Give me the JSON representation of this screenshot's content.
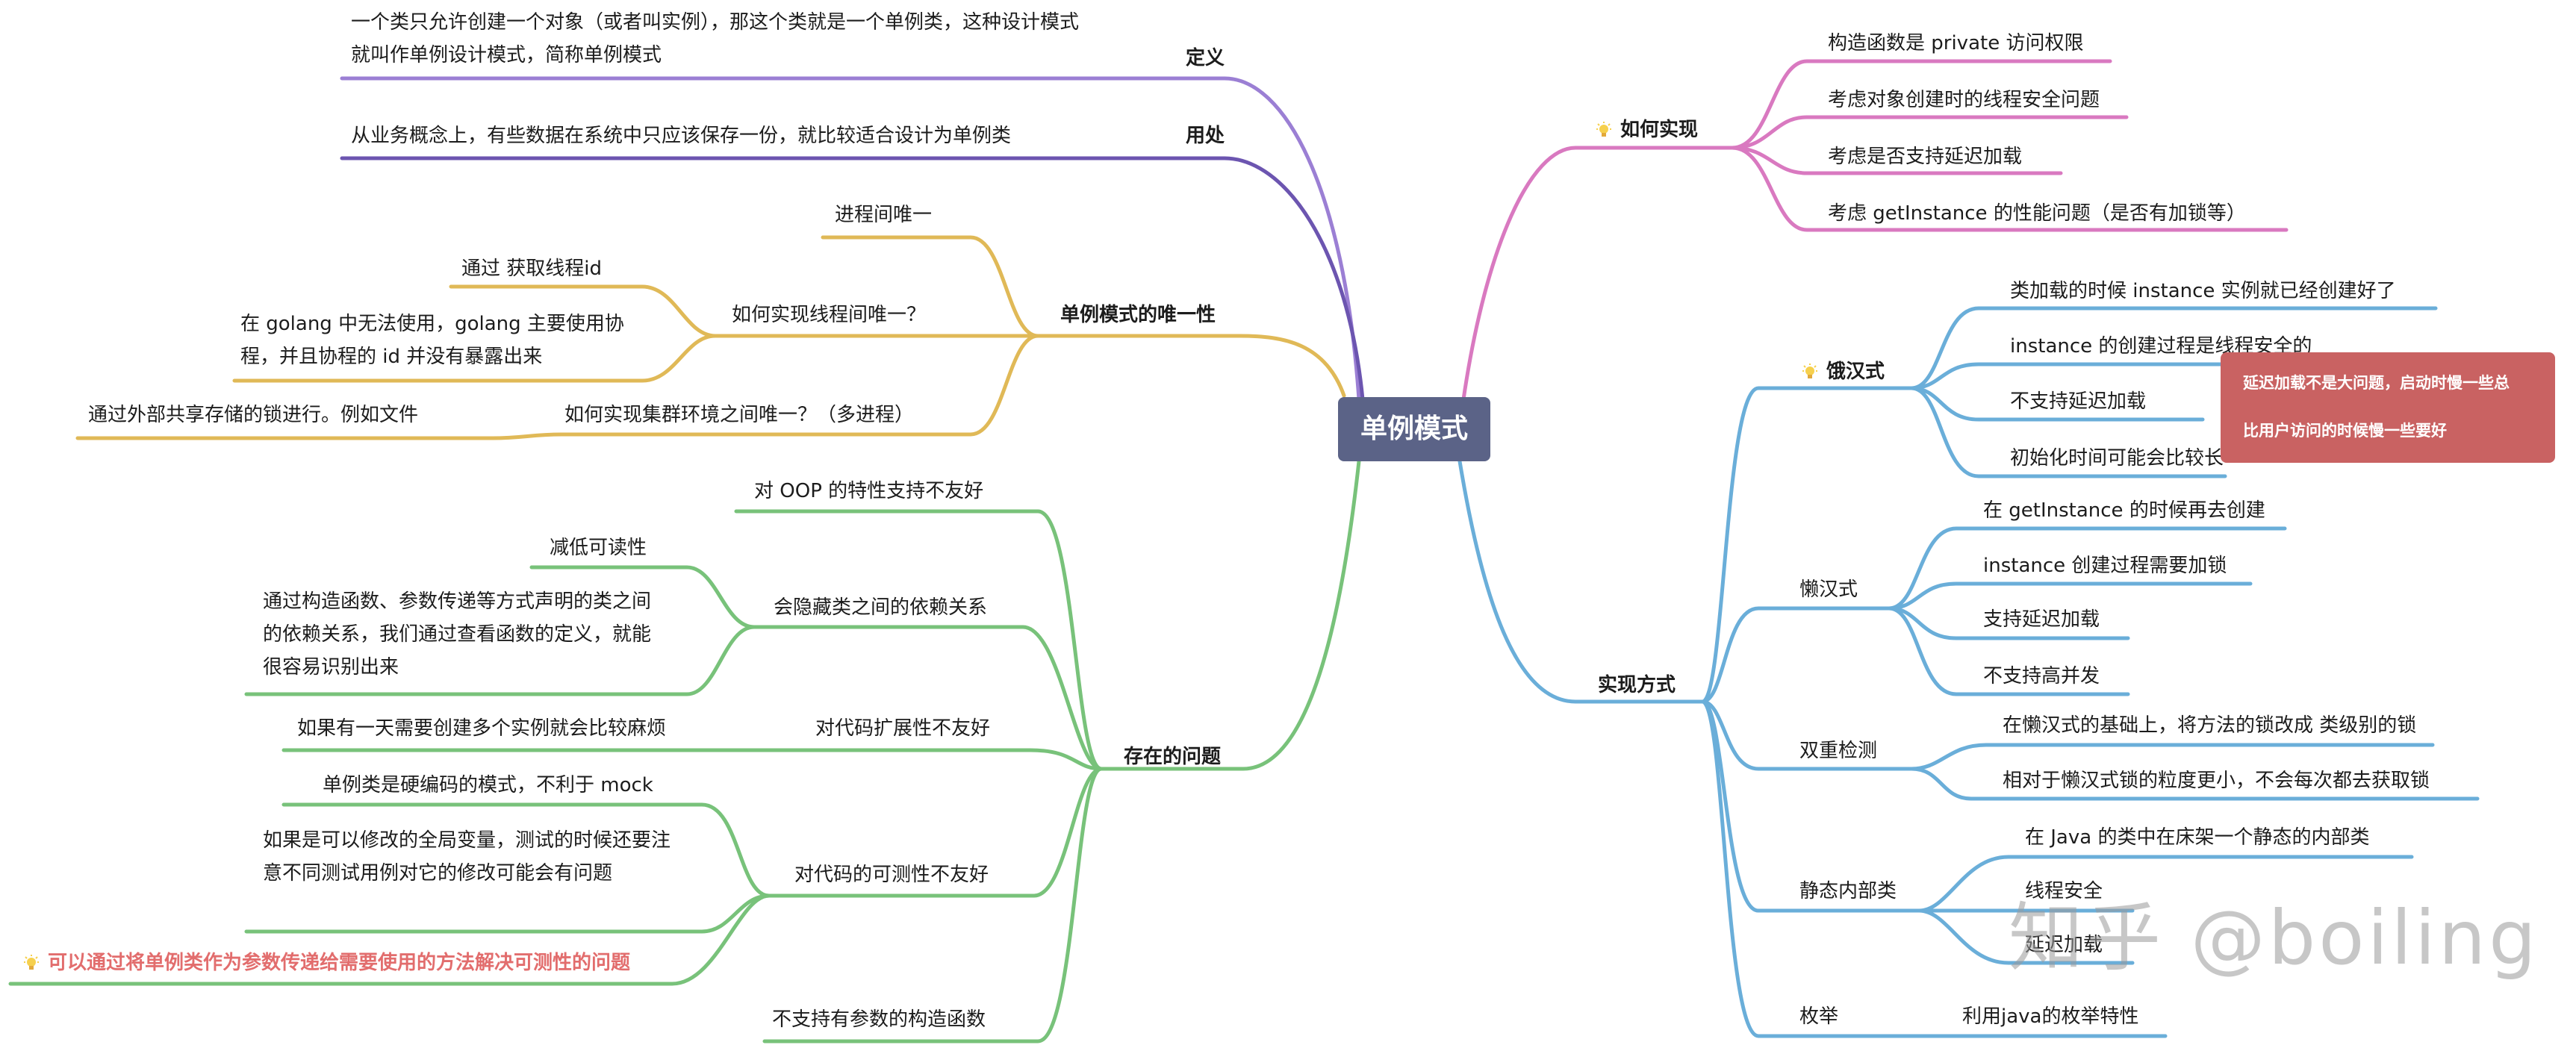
{
  "root": "单例模式",
  "definition": {
    "label": "定义",
    "text": "一个类只允许创建一个对象（或者叫实例），那这个类就是一个单例类，这种设计模式就叫作单例设计模式，简称单例模式"
  },
  "usage": {
    "label": "用处",
    "text": "从业务概念上，有些数据在系统中只应该保存一份，就比较适合设计为单例类"
  },
  "uniqueness": {
    "label": "单例模式的唯一性",
    "process_unique": "进程间唯一",
    "thread_question": "如何实现线程间唯一？",
    "thread_answer_1": "通过 获取线程id",
    "thread_answer_2": "在 golang 中无法使用，golang 主要使用协程，并且协程的 id 并没有暴露出来",
    "cluster_question": "如何实现集群环境之间唯一？（多进程）",
    "cluster_answer": "通过外部共享存储的锁进行。例如文件"
  },
  "problems": {
    "label": "存在的问题",
    "oop": "对 OOP 的特性支持不友好",
    "hidden": "会隐藏类之间的依赖关系",
    "readability": "减低可读性",
    "hidden_detail": "通过构造函数、参数传递等方式声明的类之间的依赖关系，我们通过查看函数的定义，就能很容易识别出来",
    "extension": "对代码扩展性不友好",
    "extension_detail": "如果有一天需要创建多个实例就会比较麻烦",
    "testability": "对代码的可测性不友好",
    "mock": "单例类是硬编码的模式，不利于 mock",
    "global": "如果是可以修改的全局变量，测试的时候还要注意不同测试用例对它的修改可能会有问题",
    "tip": "可以通过将单例类作为参数传递给需要使用的方法解决可测性的问题",
    "no_param": "不支持有参数的构造函数"
  },
  "how": {
    "label": "如何实现",
    "items": [
      "构造函数是 private 访问权限",
      "考虑对象创建时的线程安全问题",
      "考虑是否支持延迟加载",
      "考虑 getInstance 的性能问题（是否有加锁等）"
    ]
  },
  "impl": {
    "label": "实现方式",
    "eager": {
      "label": "饿汉式",
      "items": [
        "类加载的时候 instance 实例就已经创建好了",
        "instance 的创建过程是线程安全的",
        "不支持延迟加载",
        "初始化时间可能会比较长"
      ],
      "note_line1": "延迟加载不是大问题，启动时慢一些总",
      "note_line2": "比用户访问的时候慢一些要好"
    },
    "lazy": {
      "label": "懒汉式",
      "items": [
        "在 getInstance 的时候再去创建",
        "instance 创建过程需要加锁",
        "支持延迟加载",
        "不支持高并发"
      ]
    },
    "double": {
      "label": "双重检测",
      "items": [
        "在懒汉式的基础上，将方法的锁改成 类级别的锁",
        "相对于懒汉式锁的粒度更小，不会每次都去获取锁"
      ]
    },
    "static_inner": {
      "label": "静态内部类",
      "items": [
        "在 Java 的类中在床架一个静态的内部类",
        "线程安全",
        "延迟加载"
      ]
    },
    "enum": {
      "label": "枚举",
      "items": [
        "利用java的枚举特性"
      ]
    }
  },
  "watermark": "知乎 @boiling",
  "colors": {
    "purple": "#9b7fd4",
    "purple_dark": "#6c55b0",
    "gold": "#e0b957",
    "green": "#78c27a",
    "pink": "#d979c0",
    "blue": "#6aaed9",
    "root_bg": "#5b6387",
    "note_bg": "#c96262"
  }
}
